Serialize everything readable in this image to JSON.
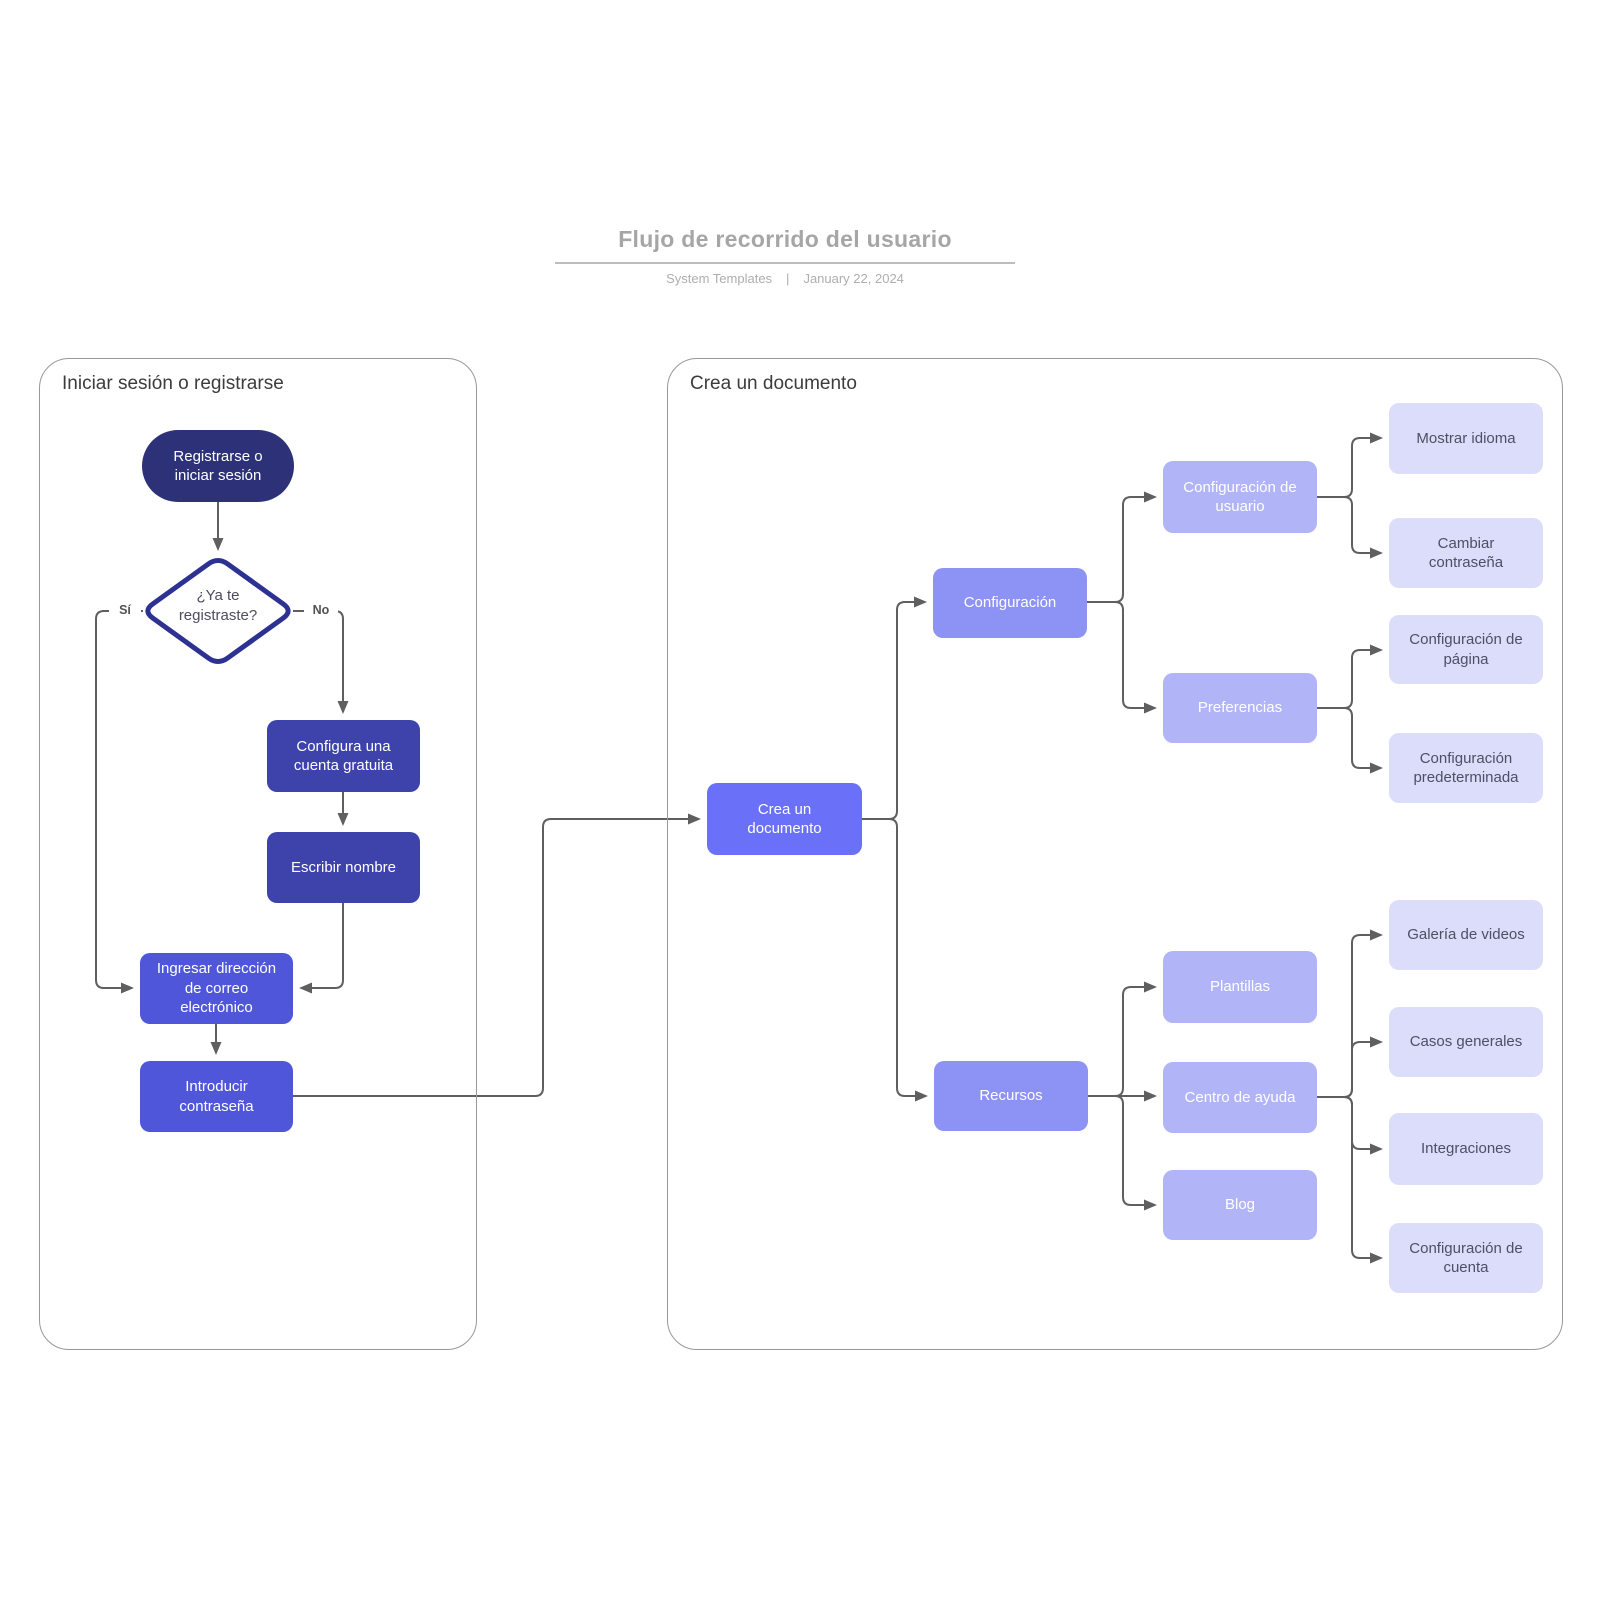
{
  "header": {
    "title": "Flujo de recorrido del usuario",
    "meta_left": "System Templates",
    "meta_divider": "|",
    "meta_right": "January 22, 2024"
  },
  "palette": {
    "navy": "#2d3178",
    "navy_border": "#2d3192",
    "indigo_dark": "#3e42ab",
    "indigo": "#4f56d9",
    "indigo_bright": "#6b70f8",
    "purple": "#8d92f5",
    "purple_light": "#b1b5f7",
    "lavender": "#dcddfa",
    "connector": "#5f5f5f",
    "container_border": "#989898",
    "text_dark": "#4d4f66",
    "title_gray": "#a6a6a6"
  },
  "containers": {
    "login": {
      "title": "Iniciar sesión o registrarse"
    },
    "document": {
      "title": "Crea un documento"
    }
  },
  "nodes": {
    "register": {
      "label": "Registrarse o iniciar sesión"
    },
    "decision": {
      "label": "¿Ya te registraste?"
    },
    "free_account": {
      "label": "Configura una cuenta gratuita"
    },
    "write_name": {
      "label": "Escribir nombre"
    },
    "email": {
      "label": "Ingresar dirección de correo electrónico"
    },
    "password": {
      "label": "Introducir contraseña"
    },
    "create_doc": {
      "label": "Crea un documento"
    },
    "settings": {
      "label": "Configuración"
    },
    "resources": {
      "label": "Recursos"
    },
    "user_settings": {
      "label": "Configuración de usuario"
    },
    "preferences": {
      "label": "Preferencias"
    },
    "templates": {
      "label": "Plantillas"
    },
    "help_center": {
      "label": "Centro de ayuda"
    },
    "blog": {
      "label": "Blog"
    },
    "show_language": {
      "label": "Mostrar idioma"
    },
    "change_password": {
      "label": "Cambiar contraseña"
    },
    "page_settings": {
      "label": "Configuración de página"
    },
    "default_settings": {
      "label": "Configuración predeterminada"
    },
    "video_gallery": {
      "label": "Galería de videos"
    },
    "general_cases": {
      "label": "Casos generales"
    },
    "integrations": {
      "label": "Integraciones"
    },
    "account_settings": {
      "label": "Configuración de cuenta"
    }
  },
  "edge_labels": {
    "yes": "Sí",
    "no": "No"
  },
  "edges": [
    {
      "from": "register",
      "to": "decision"
    },
    {
      "from": "decision",
      "to": "email",
      "label": "Sí"
    },
    {
      "from": "decision",
      "to": "free_account",
      "label": "No"
    },
    {
      "from": "free_account",
      "to": "write_name"
    },
    {
      "from": "write_name",
      "to": "email"
    },
    {
      "from": "email",
      "to": "password"
    },
    {
      "from": "password",
      "to": "create_doc"
    },
    {
      "from": "create_doc",
      "to": "settings"
    },
    {
      "from": "create_doc",
      "to": "resources"
    },
    {
      "from": "settings",
      "to": "user_settings"
    },
    {
      "from": "settings",
      "to": "preferences"
    },
    {
      "from": "user_settings",
      "to": "show_language"
    },
    {
      "from": "user_settings",
      "to": "change_password"
    },
    {
      "from": "preferences",
      "to": "page_settings"
    },
    {
      "from": "preferences",
      "to": "default_settings"
    },
    {
      "from": "resources",
      "to": "templates"
    },
    {
      "from": "resources",
      "to": "help_center"
    },
    {
      "from": "resources",
      "to": "blog"
    },
    {
      "from": "help_center",
      "to": "video_gallery"
    },
    {
      "from": "help_center",
      "to": "general_cases"
    },
    {
      "from": "help_center",
      "to": "integrations"
    },
    {
      "from": "help_center",
      "to": "account_settings"
    }
  ]
}
